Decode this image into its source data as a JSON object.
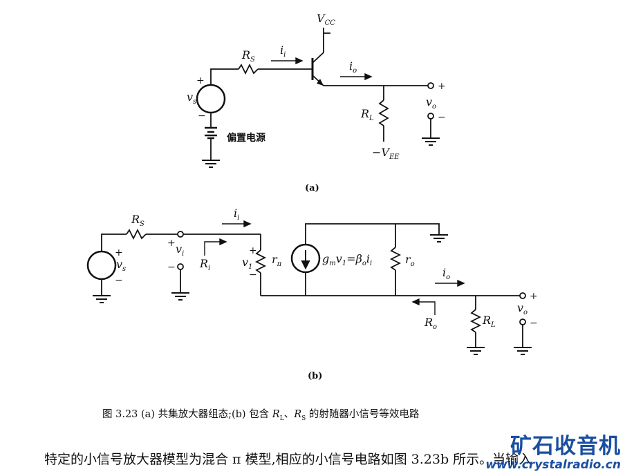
{
  "figure_a": {
    "vcc": "V",
    "vcc_sub": "CC",
    "rs": "R",
    "rs_sub": "S",
    "ii": "i",
    "ii_sub": "i",
    "io": "i",
    "io_sub": "o",
    "vs": "v",
    "vs_sub": "s",
    "plus": "+",
    "minus": "−",
    "bias_label": "偏置电源",
    "rl": "R",
    "rl_sub": "L",
    "vee": "−V",
    "vee_sub": "EE",
    "vo": "v",
    "vo_sub": "o",
    "label": "(a)"
  },
  "figure_b": {
    "rs": "R",
    "rs_sub": "S",
    "ii": "i",
    "ii_sub": "i",
    "vs": "v",
    "vs_sub": "s",
    "vi": "v",
    "vi_sub": "i",
    "ri": "R",
    "ri_sub": "i",
    "v1": "v",
    "v1_sub": "1",
    "rpi": "r",
    "rpi_sub": "π",
    "gm_expr": "g",
    "gm_sub": "m",
    "gm_v1": "v",
    "gm_v1_sub": "1",
    "gm_eq": "=",
    "gm_beta": "β",
    "gm_beta_sub": "o",
    "gm_i": "i",
    "gm_i_sub": "i",
    "ro": "r",
    "ro_sub": "o",
    "io": "i",
    "io_sub": "o",
    "Ro": "R",
    "Ro_sub": "o",
    "rl": "R",
    "rl_sub": "L",
    "vo": "v",
    "vo_sub": "o",
    "plus": "+",
    "minus": "−",
    "label": "(b)"
  },
  "caption": {
    "prefix": "图 3.23 (a) 共集放大器组态;(b) 包含 ",
    "r1": "R",
    "r1_sub": "L",
    "sep": "、",
    "r2": "R",
    "r2_sub": "S",
    "suffix": " 的射随器小信号等效电路"
  },
  "body_text": "特定的小信号放大器模型为混合 π 模型,相应的小信号电路如图 3.23b 所示。当输入",
  "watermark": {
    "name": "矿石收音机",
    "url": "www.crystalradio.cn"
  }
}
